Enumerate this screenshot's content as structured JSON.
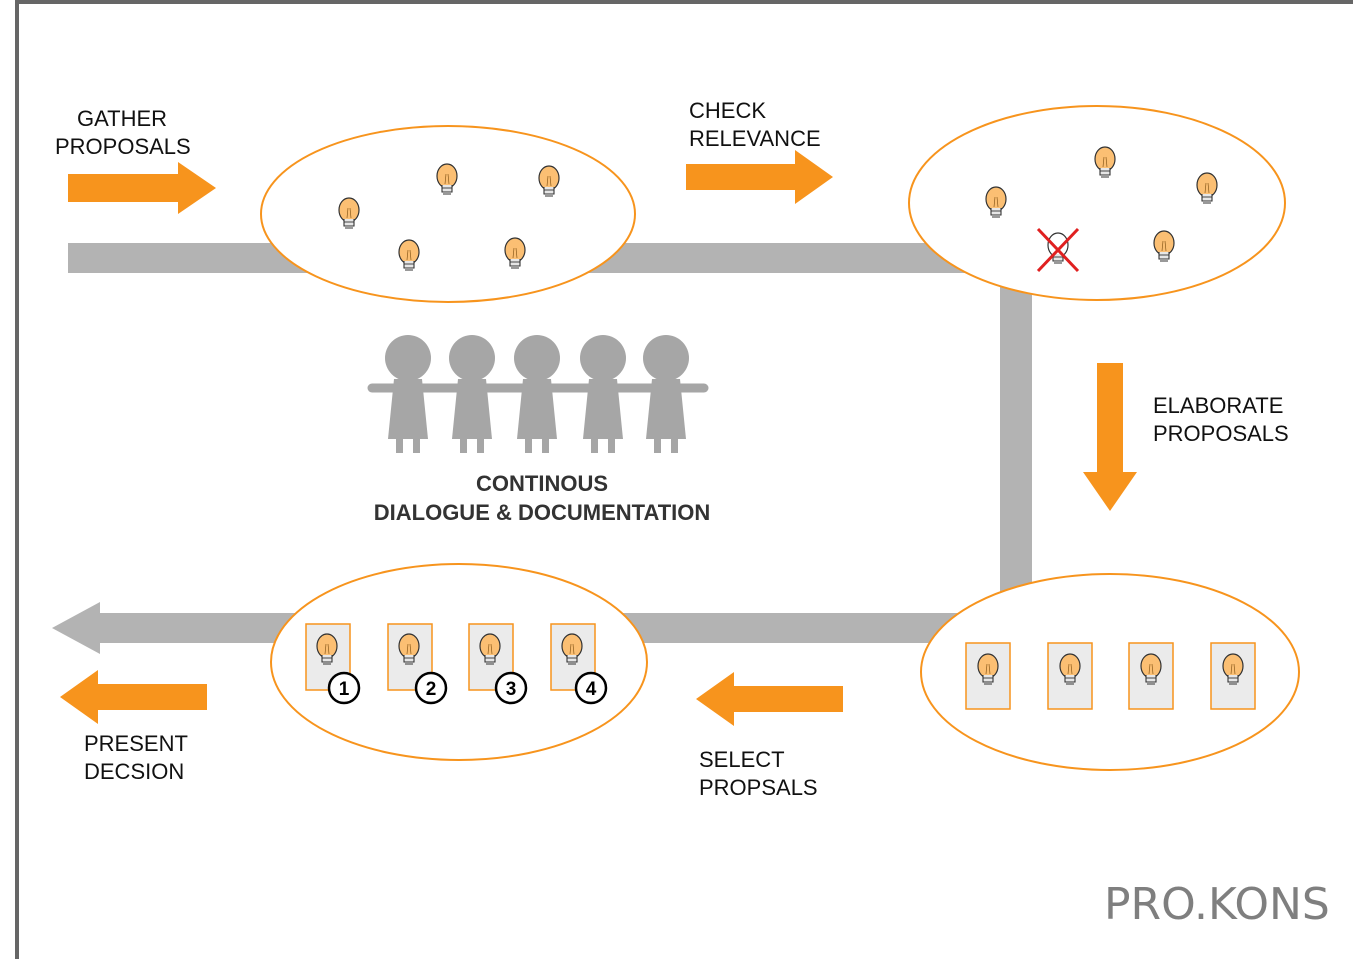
{
  "colors": {
    "accent_orange": "#f7941d",
    "track_gray": "#b3b3b3",
    "figure_gray": "#a6a6a6",
    "bulb_fill": "#fbbf73",
    "card_fill": "#ebebeb",
    "frame_gray": "#666666"
  },
  "steps": {
    "gather": [
      "GATHER",
      "PROPOSALS"
    ],
    "check": [
      "CHECK",
      "RELEVANCE"
    ],
    "elaborate": [
      "ELABORATE",
      "PROPOSALS"
    ],
    "select": [
      "SELECT",
      "PROPSALS"
    ],
    "present": [
      "PRESENT",
      "DECSION"
    ]
  },
  "center": {
    "line1": "CONTINOUS",
    "line2": "DIALOGUE & DOCUMENTATION"
  },
  "ranking": [
    "1",
    "2",
    "3",
    "4"
  ],
  "logo": {
    "text": "PRO.KONS"
  },
  "icons": {
    "bulb": "lightbulb-icon",
    "rejected": "rejected-cross-icon",
    "people": "person-icon",
    "arrow": "arrow-icon"
  }
}
